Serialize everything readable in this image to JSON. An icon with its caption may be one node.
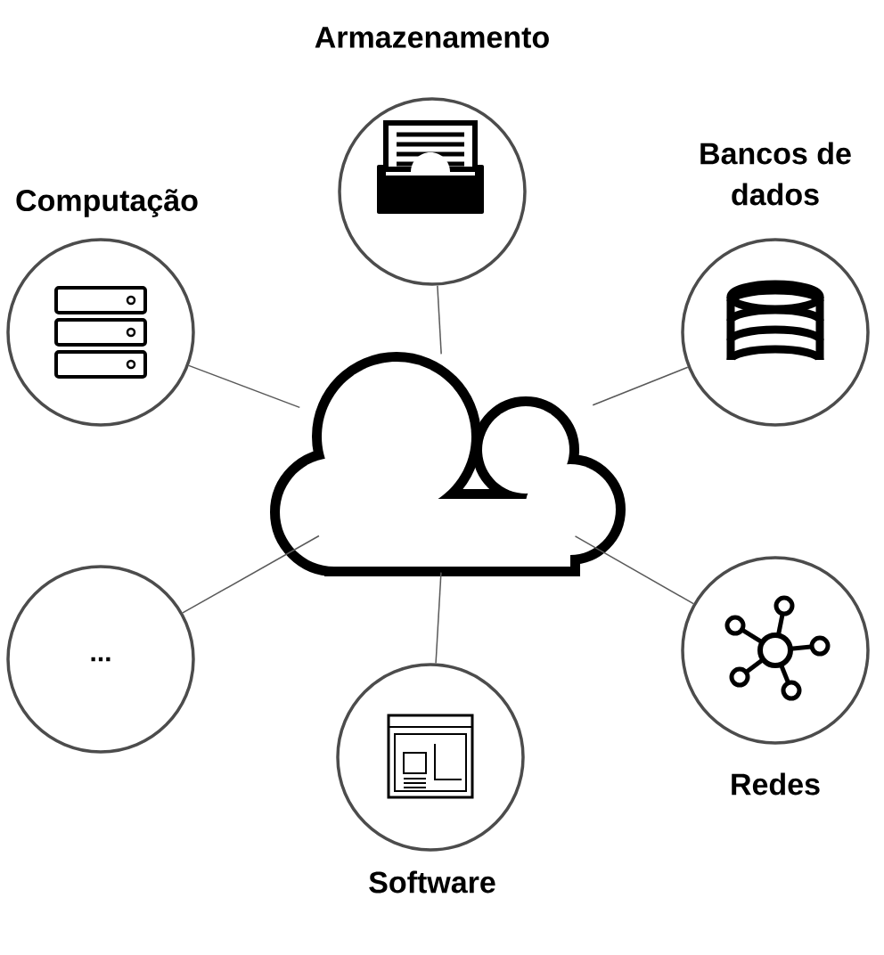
{
  "diagram": {
    "nodes": [
      {
        "text": [],
        "shape": "cloud"
      },
      {
        "text": [
          "Armazenamento"
        ]
      },
      {
        "text": [
          "Computação"
        ]
      },
      {
        "text": [
          "Bancos de dados"
        ]
      },
      {
        "text": [
          "..."
        ]
      },
      {
        "text": [
          "Redes"
        ]
      },
      {
        "text": [
          "Software"
        ]
      }
    ],
    "edges": [
      {
        "from": 0,
        "to": 1,
        "arrow": "none"
      },
      {
        "from": 0,
        "to": 2,
        "arrow": "none"
      },
      {
        "from": 0,
        "to": 3,
        "arrow": "none"
      },
      {
        "from": 0,
        "to": 4,
        "arrow": "none"
      },
      {
        "from": 0,
        "to": 5,
        "arrow": "none"
      },
      {
        "from": 0,
        "to": 6,
        "arrow": "none"
      }
    ]
  }
}
